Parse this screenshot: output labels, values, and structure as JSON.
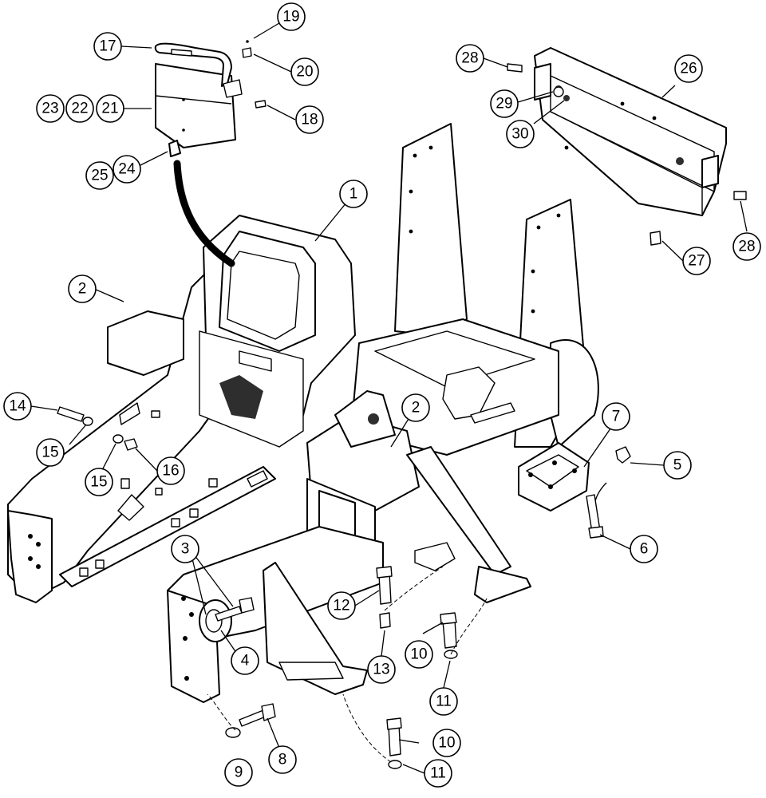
{
  "callouts": [
    {
      "id": "c1",
      "label": "1"
    },
    {
      "id": "c2a",
      "label": "2"
    },
    {
      "id": "c2b",
      "label": "2"
    },
    {
      "id": "c3",
      "label": "3"
    },
    {
      "id": "c4",
      "label": "4"
    },
    {
      "id": "c5",
      "label": "5"
    },
    {
      "id": "c6",
      "label": "6"
    },
    {
      "id": "c7",
      "label": "7"
    },
    {
      "id": "c8",
      "label": "8"
    },
    {
      "id": "c9",
      "label": "9"
    },
    {
      "id": "c10a",
      "label": "10"
    },
    {
      "id": "c10b",
      "label": "10"
    },
    {
      "id": "c11a",
      "label": "11"
    },
    {
      "id": "c11b",
      "label": "11"
    },
    {
      "id": "c12",
      "label": "12"
    },
    {
      "id": "c13",
      "label": "13"
    },
    {
      "id": "c14",
      "label": "14"
    },
    {
      "id": "c15a",
      "label": "15"
    },
    {
      "id": "c15b",
      "label": "15"
    },
    {
      "id": "c16",
      "label": "16"
    },
    {
      "id": "c17",
      "label": "17"
    },
    {
      "id": "c18",
      "label": "18"
    },
    {
      "id": "c19",
      "label": "19"
    },
    {
      "id": "c20",
      "label": "20"
    },
    {
      "id": "c21",
      "label": "21"
    },
    {
      "id": "c22",
      "label": "22"
    },
    {
      "id": "c23",
      "label": "23"
    },
    {
      "id": "c24",
      "label": "24"
    },
    {
      "id": "c25",
      "label": "25"
    },
    {
      "id": "c26",
      "label": "26"
    },
    {
      "id": "c27",
      "label": "27"
    },
    {
      "id": "c28a",
      "label": "28"
    },
    {
      "id": "c28b",
      "label": "28"
    },
    {
      "id": "c29",
      "label": "29"
    },
    {
      "id": "c30",
      "label": "30"
    }
  ]
}
